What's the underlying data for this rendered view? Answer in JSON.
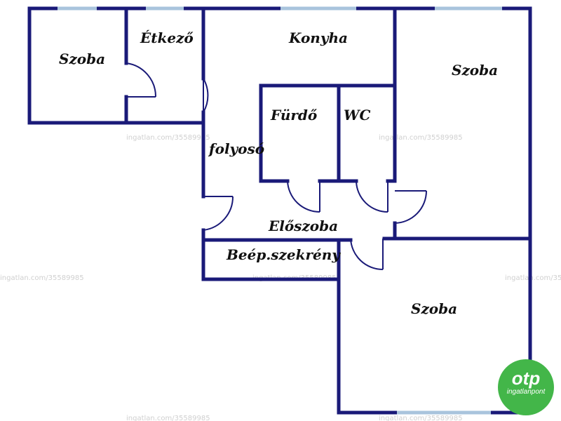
{
  "rooms": {
    "szoba_top_left": "Szoba",
    "etkezo": "Étkező",
    "konyha": "Konyha",
    "szoba_top_right": "Szoba",
    "furdo": "Fürdő",
    "wc": "WC",
    "folyoso": "folyosó",
    "eloszoba": "Előszoba",
    "beep_szekreny": "Beép.szekrény",
    "szoba_bottom": "Szoba"
  },
  "watermark": "ingatlan.com/35589985",
  "logo": {
    "brand": "otp",
    "sub": "ingatlanpont"
  },
  "colors": {
    "wall": "#1a1a78",
    "window": "#a9c4dd",
    "logo": "#43b649"
  }
}
